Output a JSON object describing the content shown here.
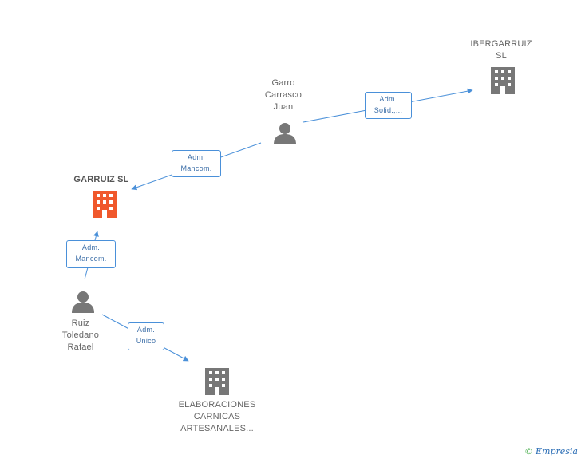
{
  "colors": {
    "edge": "#4a90d9",
    "node_gray": "#777777",
    "node_main": "#f0582c"
  },
  "nodes": {
    "ibergarruiz": {
      "name_line1": "IBERGARRUIZ",
      "name_line2": "SL",
      "icon": "building-icon"
    },
    "garro": {
      "name_line1": "Garro",
      "name_line2": "Carrasco",
      "name_line3": "Juan",
      "icon": "person-icon"
    },
    "garruiz": {
      "name": "GARRUIZ SL",
      "icon": "building-icon"
    },
    "ruiz": {
      "name_line1": "Ruiz",
      "name_line2": "Toledano",
      "name_line3": "Rafael",
      "icon": "person-icon"
    },
    "elaboraciones": {
      "name_line1": "ELABORACIONES",
      "name_line2": "CARNICAS",
      "name_line3": "ARTESANALES...",
      "icon": "building-icon"
    }
  },
  "edges": {
    "garro_ibergarruiz": {
      "line1": "Adm.",
      "line2": "Solid.,..."
    },
    "garro_garruiz": {
      "line1": "Adm.",
      "line2": "Mancom."
    },
    "ruiz_garruiz": {
      "line1": "Adm.",
      "line2": "Mancom."
    },
    "ruiz_elaboraciones": {
      "line1": "Adm.",
      "line2": "Unico"
    }
  },
  "footer": {
    "copyright": "©",
    "brand": "Empresia"
  }
}
